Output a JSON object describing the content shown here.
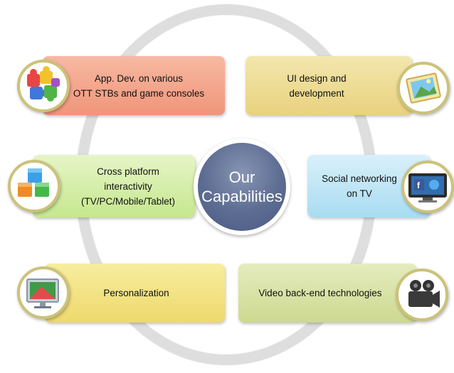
{
  "center": {
    "label": "Our\nCapabilities"
  },
  "capabilities": [
    {
      "label": "App. Dev. on various\nOTT STBs and game consoles",
      "icon": "puzzle-icon",
      "color": "#f0957a"
    },
    {
      "label": "UI design and\ndevelopment",
      "icon": "picture-frame-icon",
      "color": "#e8d27e"
    },
    {
      "label": "Cross platform\ninteractivity\n(TV/PC/Mobile/Tablet)",
      "icon": "cubes-icon",
      "color": "#c6e78e"
    },
    {
      "label": "Social networking\non TV",
      "icon": "tv-social-icon",
      "color": "#a8dcf1"
    },
    {
      "label": "Personalization",
      "icon": "monitor-icon",
      "color": "#eed96c"
    },
    {
      "label": "Video back-end technologies",
      "icon": "video-camera-icon",
      "color": "#cdd990"
    }
  ]
}
